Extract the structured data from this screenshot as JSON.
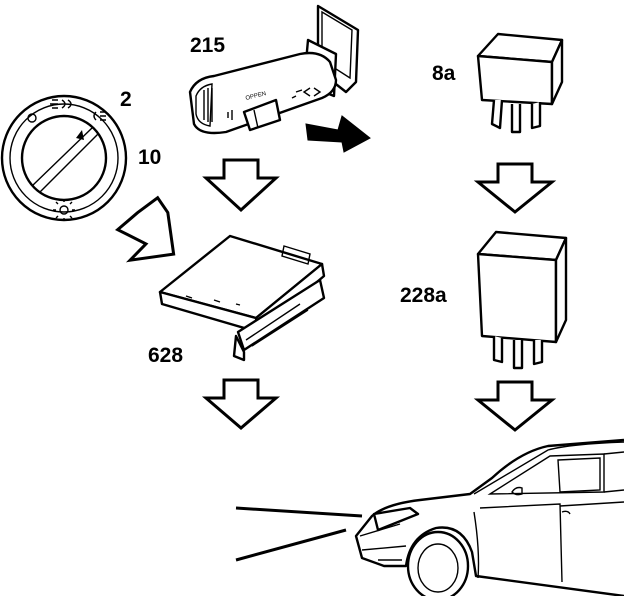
{
  "labels": {
    "light_switch_a": "2",
    "light_switch_b": "10",
    "stalk_switch": "215",
    "relay_top": "8a",
    "relay_bottom": "228a",
    "control_module": "628"
  },
  "colors": {
    "ink": "#000000",
    "paper": "#ffffff"
  }
}
